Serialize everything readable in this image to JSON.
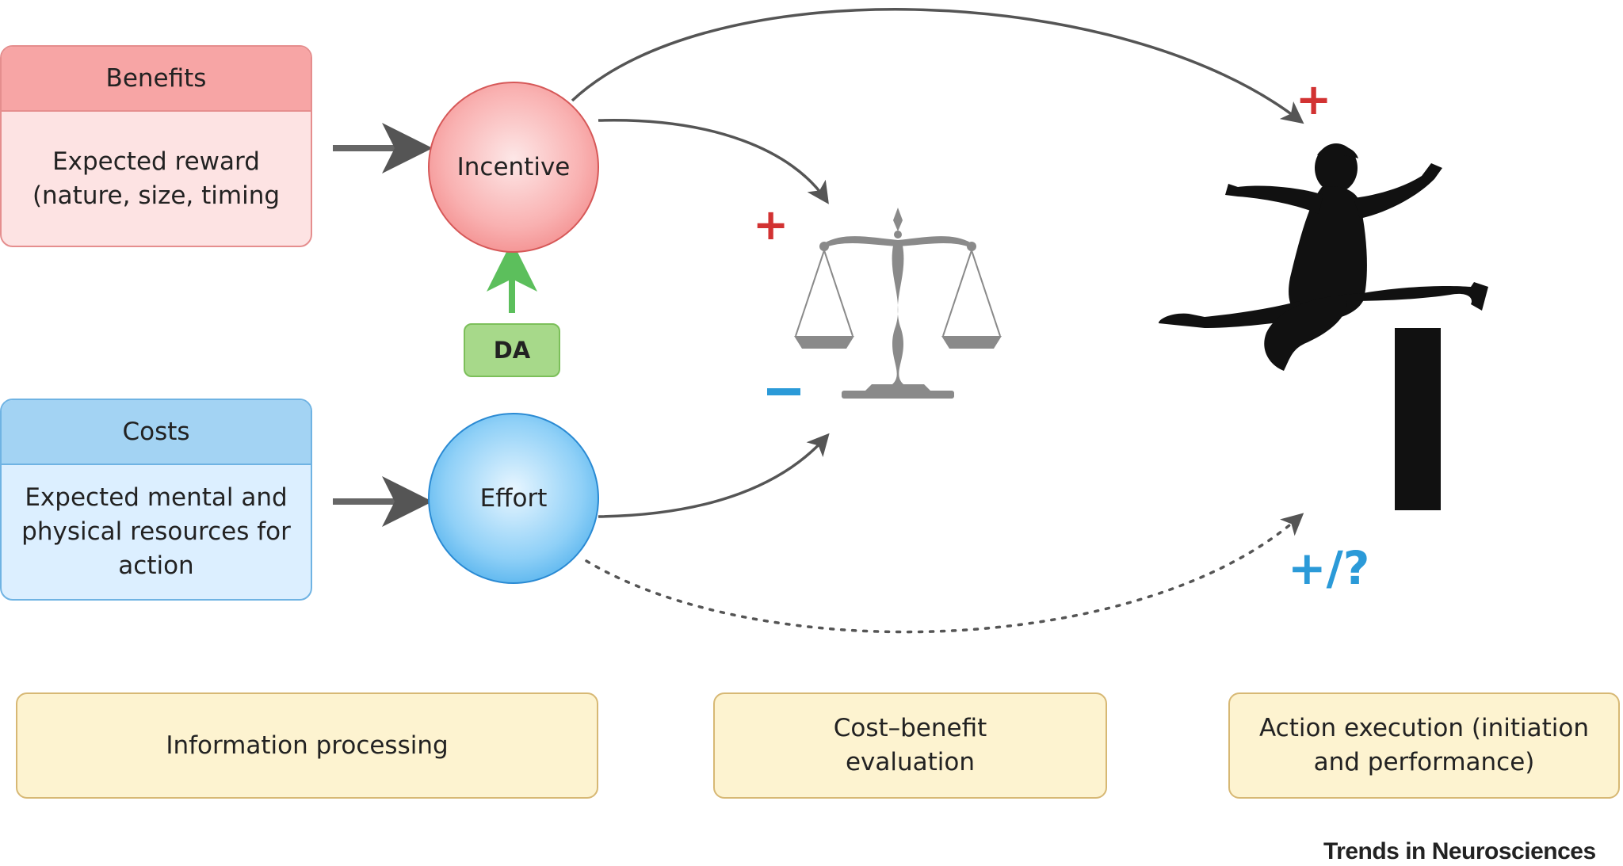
{
  "benefits": {
    "title": "Benefits",
    "body": "Expected reward (nature, size, timing"
  },
  "costs": {
    "title": "Costs",
    "body": "Expected mental and physical resources for action"
  },
  "nodes": {
    "incentive": "Incentive",
    "effort": "Effort",
    "da": "DA"
  },
  "signs": {
    "top_plus": "+",
    "scale_plus": "+",
    "plus_question": "+/?"
  },
  "stages": {
    "info": "Information processing",
    "eval": "Cost–benefit evaluation",
    "action": "Action execution (initiation and performance)"
  },
  "journal": "Trends in Neurosciences",
  "colors": {
    "benefit_red": "#f7a5a5",
    "cost_blue": "#a3d3f3",
    "da_green": "#a7d98a",
    "stage_yellow": "#fdf3d0",
    "plus_red": "#d23232",
    "sign_blue": "#2b9ad8",
    "arrow_gray": "#555555",
    "da_arrow_green": "#5cbf5c"
  },
  "icons": [
    "balance-scale-icon",
    "jumping-person-icon",
    "hurdle-bar-icon"
  ]
}
